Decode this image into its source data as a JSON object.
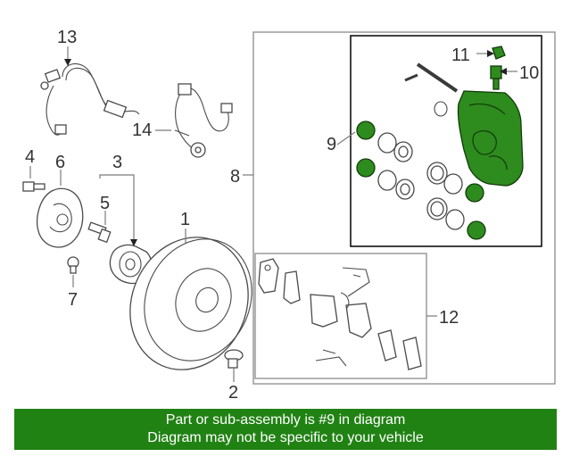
{
  "callouts": {
    "c1": "1",
    "c2": "2",
    "c3": "3",
    "c4": "4",
    "c5": "5",
    "c6": "6",
    "c7": "7",
    "c8": "8",
    "c9": "9",
    "c10": "10",
    "c11": "11",
    "c12": "12",
    "c13": "13",
    "c14": "14"
  },
  "banner": {
    "line1": "Part or sub-assembly is #9 in diagram",
    "line2": "Diagram may not be specific to your vehicle"
  },
  "colors": {
    "highlight": "#2e8b1e",
    "banner": "#218214"
  }
}
